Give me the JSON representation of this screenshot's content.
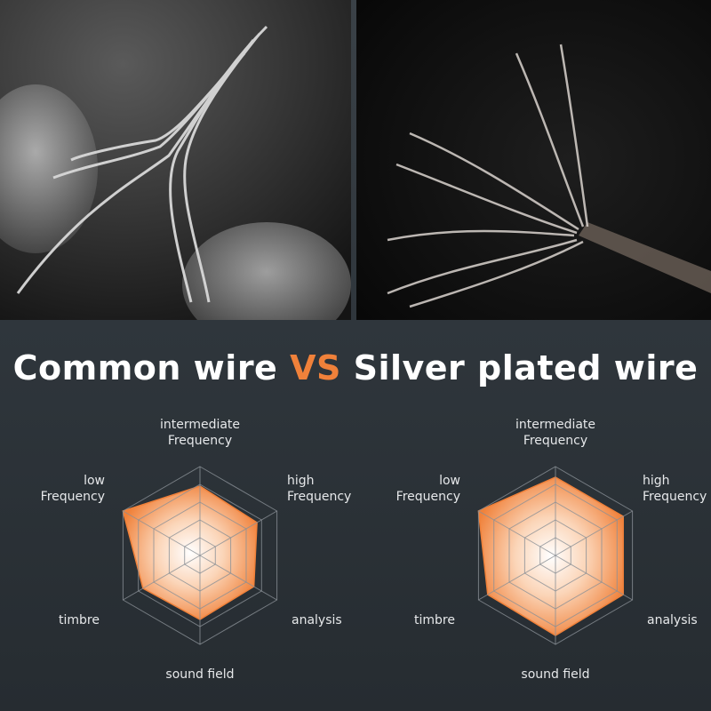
{
  "title": {
    "part1": "Common wire ",
    "vs": "VS",
    "part2": " Silver plated wire"
  },
  "colors": {
    "accent": "#f0813a",
    "text": "#ffffff",
    "grid": "#8a9096"
  },
  "chart_data": [
    {
      "type": "radar",
      "axes": [
        [
          "intermediate",
          "Frequency"
        ],
        [
          "high",
          "Frequency"
        ],
        [
          "analysis"
        ],
        [
          "sound field"
        ],
        [
          "timbre"
        ],
        [
          "low",
          "Frequency"
        ]
      ],
      "rlim": [
        0,
        5
      ],
      "rings": 5,
      "values": [
        3.9,
        3.7,
        3.5,
        3.6,
        3.7,
        5.0
      ]
    },
    {
      "type": "radar",
      "axes": [
        [
          "intermediate",
          "Frequency"
        ],
        [
          "high",
          "Frequency"
        ],
        [
          "analysis"
        ],
        [
          "sound field"
        ],
        [
          "timbre"
        ],
        [
          "low",
          "Frequency"
        ]
      ],
      "rlim": [
        0,
        5
      ],
      "rings": 5,
      "values": [
        4.4,
        4.4,
        4.4,
        4.5,
        4.4,
        5.0
      ]
    }
  ]
}
